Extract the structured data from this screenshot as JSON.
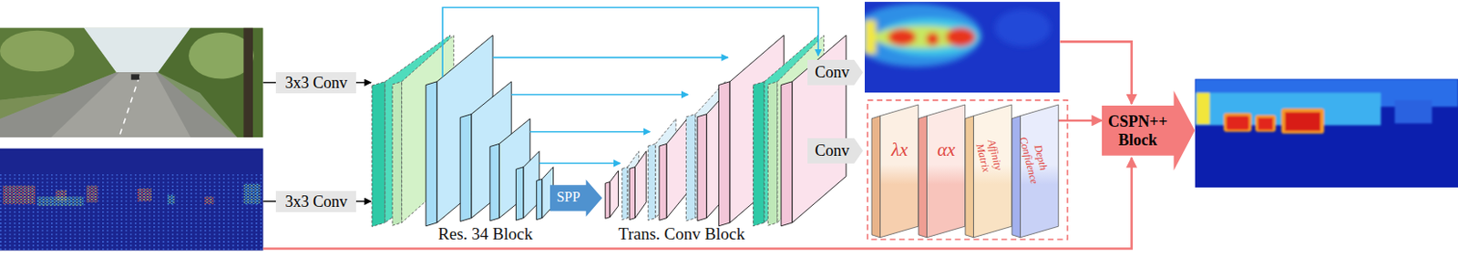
{
  "diagram": {
    "nodes": [
      {
        "text": [
          "3x3 Conv"
        ]
      },
      {
        "text": [
          "3x3 Conv"
        ]
      },
      {
        "text": [
          "SPP"
        ]
      },
      {
        "text": [
          "Conv"
        ]
      },
      {
        "text": [
          "Conv"
        ]
      },
      {
        "text": [
          "λx"
        ]
      },
      {
        "text": [
          "αx"
        ]
      },
      {
        "text": [
          "Affinity Matrix"
        ]
      },
      {
        "text": [
          "Depth Confidence"
        ]
      },
      {
        "text": [
          "CSPN++ Block"
        ]
      }
    ],
    "edges": [
      {
        "from": 8,
        "to": 9,
        "arrow": "to"
      }
    ],
    "labels": [
      "Res. 34 Block",
      "Trans. Conv Block"
    ]
  }
}
